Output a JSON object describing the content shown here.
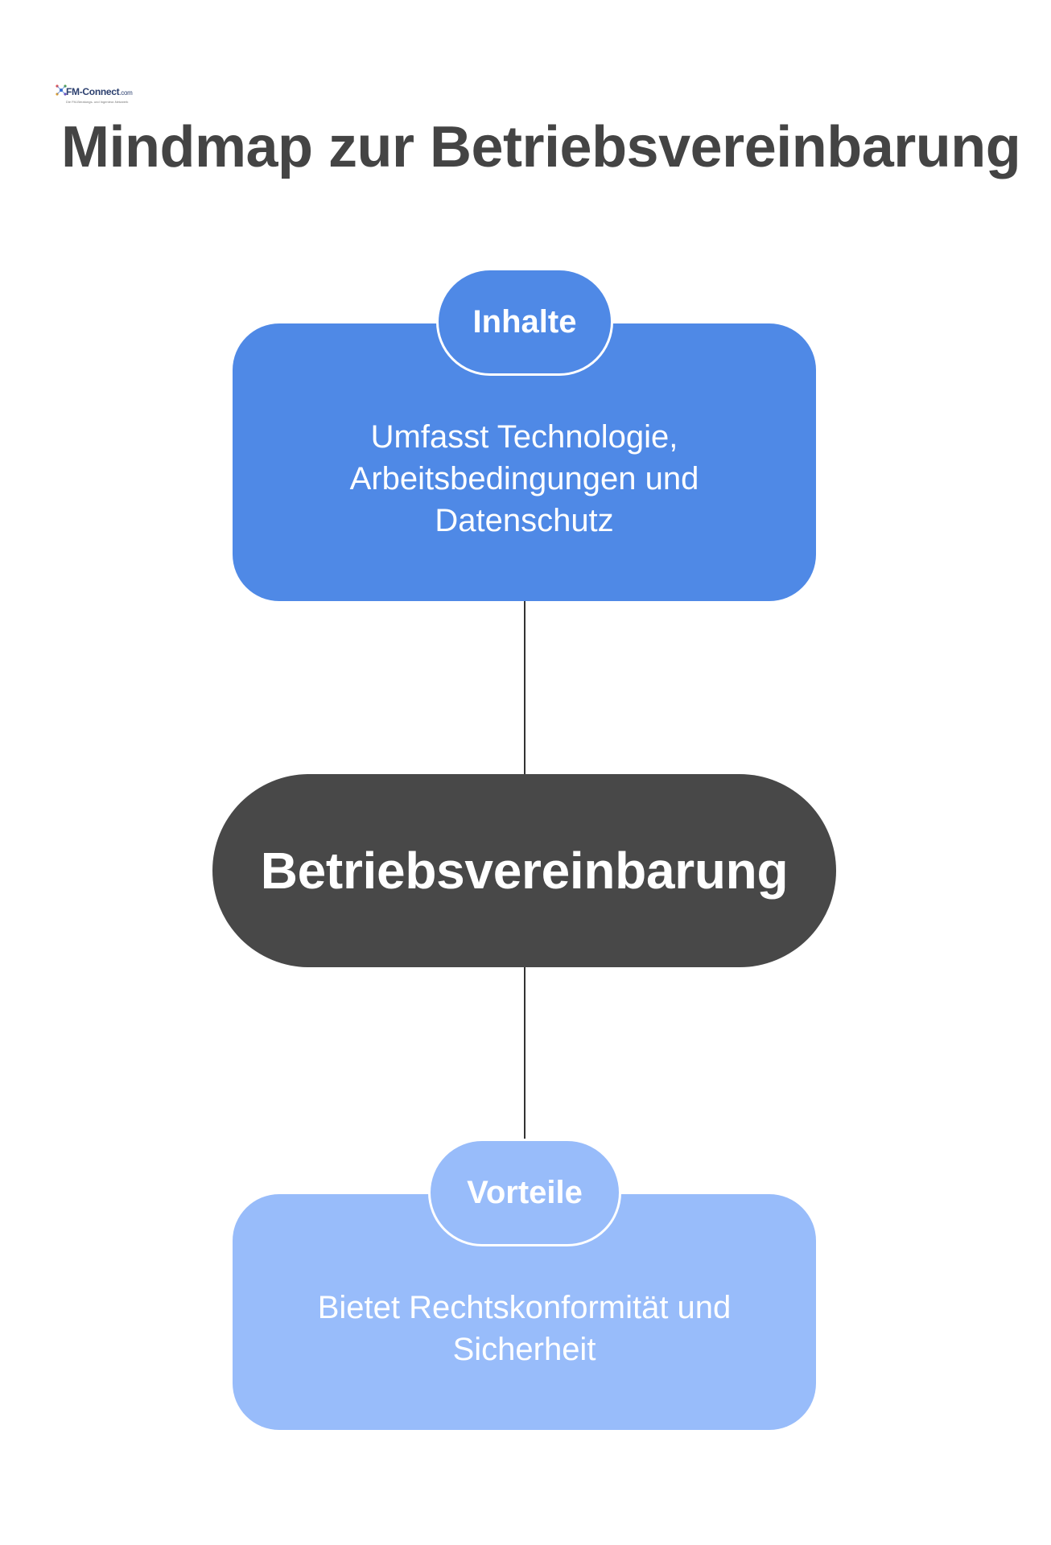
{
  "logo": {
    "brand": "FM-Connect",
    "domain_suffix": ".com",
    "tagline": "Die FM-Beratungs- und Ingenieur-Netzwerk"
  },
  "title": "Mindmap zur Betriebsvereinbarung",
  "center": {
    "label": "Betriebsvereinbarung"
  },
  "branches": [
    {
      "label": "Inhalte",
      "text": "Umfasst Technologie, Arbeitsbedingungen und Datenschutz",
      "color": "#4f89e6"
    },
    {
      "label": "Vorteile",
      "text": "Bietet Rechtskonformität und Sicherheit",
      "color": "#98bcfa"
    }
  ],
  "colors": {
    "center": "#484848",
    "connector": "#333333",
    "title": "#444444"
  }
}
